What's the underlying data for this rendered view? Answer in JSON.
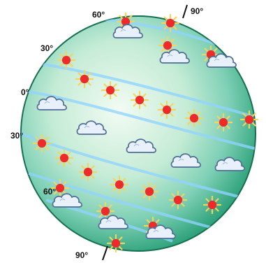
{
  "latitude_labels": {
    "north_60": "60°",
    "north_30": "30°",
    "equator": "0°",
    "south_30": "30°",
    "south_60": "60°",
    "south_pole": "90°",
    "north_pole": "90°"
  },
  "icons": {
    "sun": "sun-icon",
    "cloud": "cloud-icon"
  },
  "colors": {
    "globe_center": "#f2fbf3",
    "globe_mid": "#8fd6c0",
    "globe_edge": "#1f9a6f",
    "sun_core": "#ef2a2a",
    "sun_ray": "#f3d55a",
    "cloud_fill": "#e8f1fb",
    "cloud_stroke": "#4f6f96",
    "band": "#8fd3ff"
  }
}
